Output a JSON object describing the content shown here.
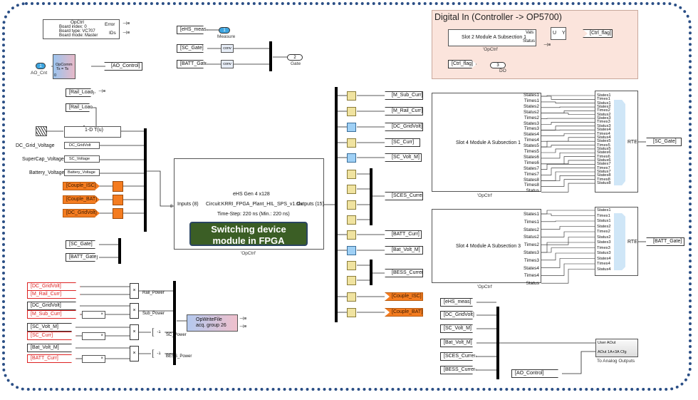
{
  "opctrl": {
    "title": "OpCtrl",
    "board_index": "Board index: 0",
    "board_type": "Board type: VC707",
    "board_mode": "Board mode: Master",
    "out_error": "Error",
    "out_ids": "IDs"
  },
  "ao_cnt": {
    "num": "1",
    "label": "AO_Cnt"
  },
  "opcomm": {
    "label": "OpComm",
    "ts": "Ts = Ts",
    "port": "0"
  },
  "ao_control_tag": "[AO_Control]",
  "rail_load_tags": [
    "[Rail_Load]",
    "[Rail_Load]"
  ],
  "lookup": {
    "label": "1-D T(u)"
  },
  "voltage_labels": [
    "DC_Grid_Voltage",
    "SuperCap_Voltage",
    "Battery_Voltage"
  ],
  "voltage_blocks": [
    "DC_GridVolt",
    "SC_Voltage",
    "Battery_Voltage"
  ],
  "couple_inputs": [
    "[Couple_ISC]",
    "[Couple_BAT]",
    "[DC_GridVolt]"
  ],
  "gate_inputs": [
    "[SC_Gate]",
    "[BATT_Gate]"
  ],
  "measure": {
    "tag": "[eHS_meas]",
    "num": "1",
    "label": "Measure"
  },
  "gate_mux": {
    "sc": "[SC_Gate]",
    "batt": "[BATT_Gate]",
    "conv": "conv",
    "num": "2",
    "label": "Gate"
  },
  "ehs": {
    "title": "eHS Gen 4 x128",
    "inputs": "Inputs (8)",
    "outputs": "Outputs (15)",
    "circuit": "Circuit:KRRI_FPGA_Plant_HIL_SPS_v1.slx",
    "timestep": "Time-Step: 220 ns  (Min.: 220 ns)",
    "port_in": "8",
    "caption": "'OpCtrl'"
  },
  "banner": {
    "line1": "Switching device",
    "line2": "module in FPGA"
  },
  "output_tags": [
    "[M_Sub_Curr]",
    "[M_Rail_Curr]",
    "[DC_GridVolt]",
    "[SC_Curr]",
    "[SC_Volt_M]",
    "[SCES_Current]",
    "[BATT_Curr]",
    "[Bat_Volt_M]",
    "[BESS_Current]",
    "[Couple_ISC]",
    "[Couple_BAT]"
  ],
  "digital_in": {
    "title": "Digital In (Controller -> OP5700)",
    "slot_label": "Slot 2 Module A Subsection 1",
    "vals": "Vals",
    "status": "Status",
    "u": "U",
    "y": "Y",
    "ctrl_flag_out": "[Ctrl_flag]",
    "caption": "'OpCtrl'",
    "ctrl_flag_in": "[Ctrl_flag]",
    "do_num": "3",
    "do_label": "DO"
  },
  "slot1": {
    "label": "Slot 4 Module A Subsection 1",
    "caption": "'OpCtrl'",
    "ports": [
      "States1",
      "Times1",
      "Status1",
      "States2",
      "Times2",
      "Status2",
      "States3",
      "Times3",
      "Status3",
      "States4",
      "Times4",
      "Status4",
      "States5",
      "Times5",
      "Status5",
      "States6",
      "Times6",
      "Status6",
      "States7",
      "Times7",
      "Status7",
      "States8",
      "Times8",
      "Status8"
    ],
    "left_ports": [
      "States1",
      "Times1",
      "States2",
      "Status2",
      "Times2",
      "States3",
      "Times3",
      "States4",
      "Times4",
      "States5",
      "Times5",
      "States6",
      "Times6",
      "States7",
      "Times7",
      "States8",
      "Times8",
      "Status"
    ],
    "rte": "RTE",
    "out_tag": "[SC_Gate]"
  },
  "slot3": {
    "label": "Slot 4 Module A Subsection 3",
    "caption": "'OpCtrl'",
    "ports": [
      "States1",
      "Times1",
      "Status1",
      "States2",
      "Times2",
      "Status2",
      "States3",
      "Times3",
      "Status3",
      "States4",
      "Times4",
      "Status4"
    ],
    "left_ports": [
      "States1",
      "Times1",
      "States2",
      "Status2",
      "Times2",
      "States3",
      "Times3",
      "States4",
      "Times4",
      "Status"
    ],
    "rte": "RTE",
    "out_tag": "[BATT_Gate]"
  },
  "power_inputs": [
    "[DC_GridVolt]",
    "[M_Rail_Curr]",
    "[DC_GridVolt]",
    "[M_Sub_Curr]",
    "[SC_Volt_M]",
    "[SC_Curr]",
    "[Bat_Volt_M]",
    "[BATT_Curr]"
  ],
  "power_labels": [
    "Rail_Power",
    "Sub_Power",
    "SC_Power",
    "BESS_Power"
  ],
  "mult": "×",
  "gain": "-1",
  "opwrite": {
    "line1": "OpWriteFile",
    "line2": "acq. group 26"
  },
  "ao_inputs": [
    "[eHS_meas]",
    "[DC_GridVolt]",
    "[SC_Volt_M]",
    "[Bat_Volt_M]",
    "[SCES_Current]",
    "[BESS_Current]"
  ],
  "analog": {
    "user": "User AOut",
    "cfg": "AOut 1A+3A Cfg",
    "label": "To Analog Outputs",
    "tag": "[AO_Control]"
  },
  "colors": {
    "frame": "#2b4f86",
    "orange": "#f47c20",
    "banner": "#3b5e25",
    "digital_bg": "#fbe4dc",
    "blue": "#9fd0f5",
    "yellow": "#f0e3a0"
  }
}
